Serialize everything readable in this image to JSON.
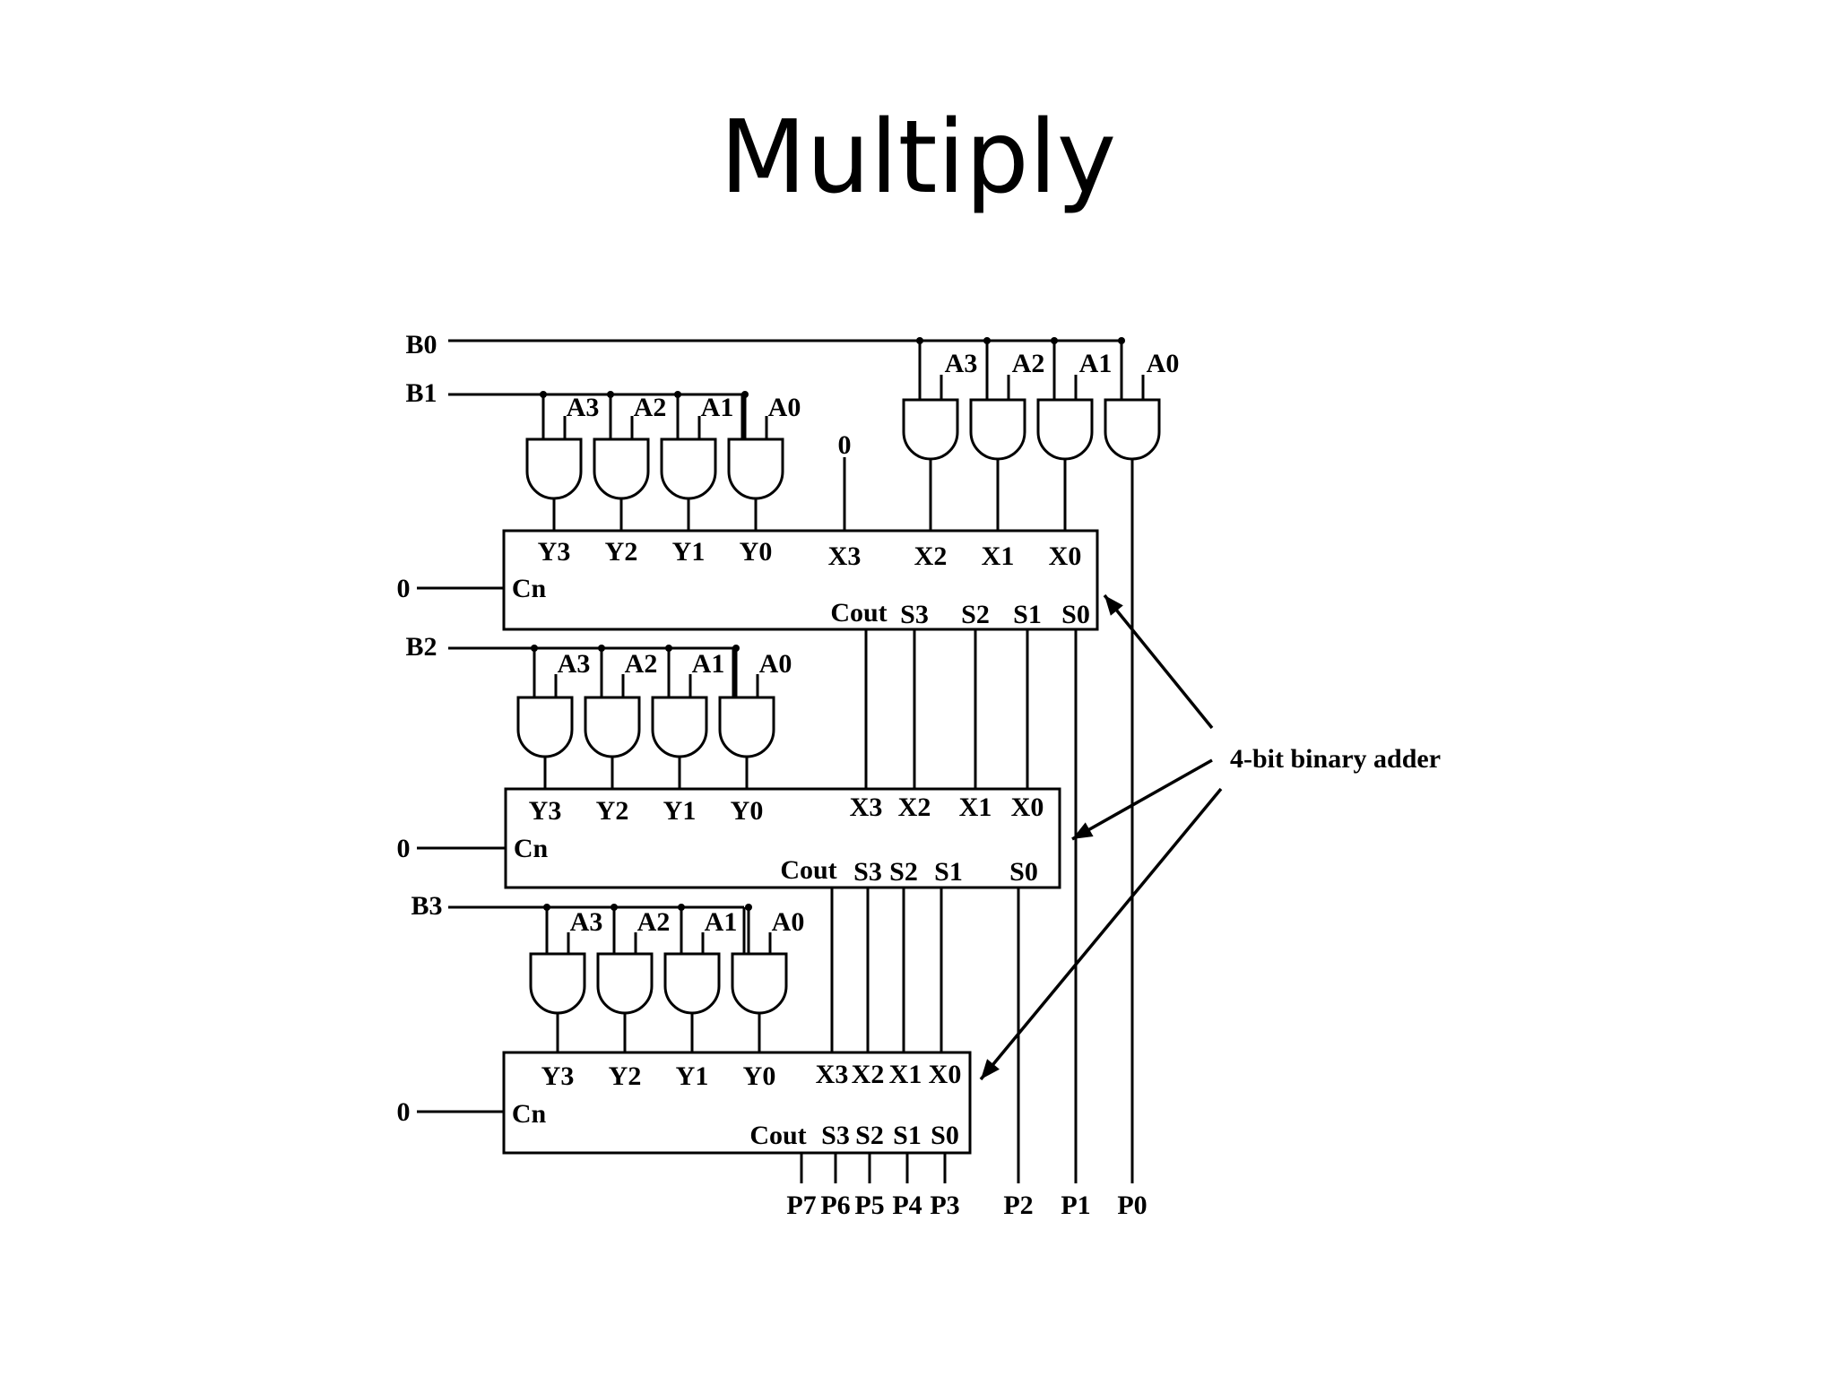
{
  "title": "Multiply",
  "inputs": {
    "b0": "B0",
    "b1": "B1",
    "b2": "B2",
    "b3": "B3",
    "a_labels": [
      "A3",
      "A2",
      "A1",
      "A0"
    ],
    "zero": "0"
  },
  "adder_ports": {
    "y_inputs": [
      "Y3",
      "Y2",
      "Y1",
      "Y0"
    ],
    "x_inputs": [
      "X3",
      "X2",
      "X1",
      "X0"
    ],
    "carry_in": "Cn",
    "carry_out": "Cout",
    "sums": [
      "S3",
      "S2",
      "S1",
      "S0"
    ]
  },
  "outputs": [
    "P7",
    "P6",
    "P5",
    "P4",
    "P3",
    "P2",
    "P1",
    "P0"
  ],
  "annotation": "4-bit binary adder"
}
